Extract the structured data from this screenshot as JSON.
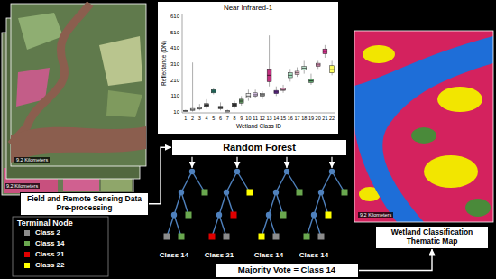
{
  "diagram": {
    "nodes": [
      {
        "text": [
          "Field and Remote Sensing Data Pre-processing"
        ]
      },
      {
        "text": [
          "Random Forest"
        ]
      },
      {
        "text": [
          "Majority Vote = Class 14"
        ]
      },
      {
        "text": [
          "Wetland Classification Thematic Map"
        ]
      }
    ],
    "edges": [
      {
        "from": 0,
        "to": 1,
        "arrow": "to"
      },
      {
        "from": 2,
        "to": 3,
        "arrow": "to"
      }
    ],
    "labels": [
      "Near Infrared-1",
      "Reflectance (DN)",
      "610",
      "510",
      "410",
      "310",
      "210",
      "110",
      "10",
      "Wetland Class ID",
      "1",
      "2",
      "3",
      "4",
      "5",
      "6",
      "7",
      "8",
      "9",
      "10",
      "11",
      "12",
      "13",
      "14",
      "15",
      "16",
      "17",
      "18",
      "19",
      "20",
      "21",
      "22",
      "9.2 Kilometers",
      "9.2 Kilometers",
      "9.2 Kilometers",
      "Terminal Node",
      "Class 14",
      "Class 21",
      "Class 14",
      "Class 14"
    ],
    "legend": [
      {
        "text": "Class 2",
        "color": "#8c8c8c"
      },
      {
        "text": "Class 14",
        "color": "#6aa84f"
      },
      {
        "text": "Class 21",
        "color": "#e00000"
      },
      {
        "text": "Class 22",
        "color": "#ffff00"
      }
    ]
  }
}
